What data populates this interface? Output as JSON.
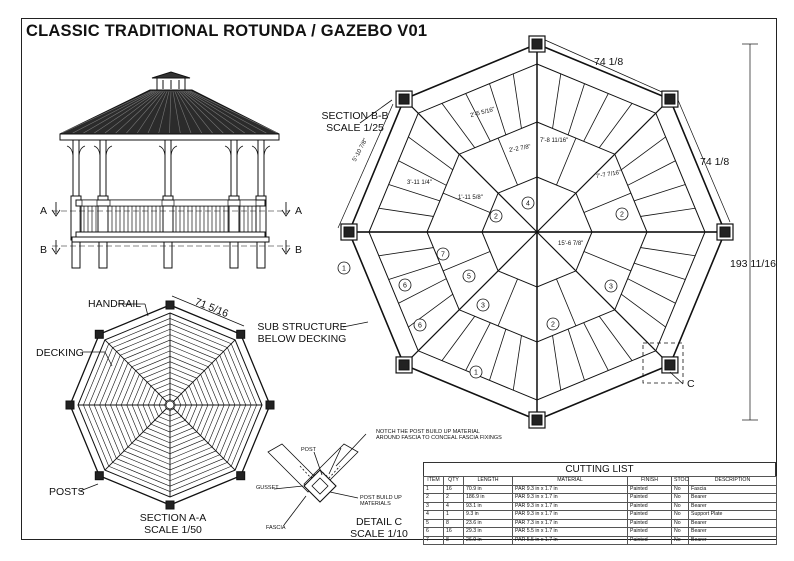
{
  "title": "CLASSIC TRADITIONAL ROTUNDA / GAZEBO V01",
  "elevation": {
    "section_a": "A",
    "section_b": "B"
  },
  "section_bb": {
    "title": "SECTION B-B",
    "scale": "SCALE 1/25"
  },
  "plan_dims": {
    "top": "74 1/8",
    "right_side": "74 1/8",
    "overall": "193 11/16",
    "left_side": "5'-10 7/8\"",
    "d1": "2'-5 5/16\"",
    "d2": "2'-2 7/8\"",
    "d3": "7'-8 11/16\"",
    "d4": "7'-7 7/16\"",
    "d5": "3'-11 1/4\"",
    "d6": "1'-11 5/8\"",
    "d7": "15'-6 7/8\""
  },
  "callouts": [
    "1",
    "2",
    "3",
    "4",
    "5",
    "6",
    "7"
  ],
  "sub_structure": "SUB STRUCTURE\nBELOW DECKING",
  "section_aa": {
    "handrail": "HANDRAIL",
    "decking": "DECKING",
    "posts": "POSTS",
    "dim": "71 5/16",
    "title": "SECTION A-A",
    "scale": "SCALE 1/50"
  },
  "detail_c": {
    "note": "NOTCH THE POST BUILD UP MATERIAL\nAROUND FASCIA TO CONCEAL FASCIA FIXINGS",
    "post": "POST",
    "gusset": "GUSSET",
    "buildup": "POST BUILD UP\nMATERIALS",
    "fascia": "FASCIA",
    "title": "DETAIL  C",
    "scale": "SCALE 1/10",
    "marker": "C"
  },
  "cutting_list": {
    "title": "CUTTING LIST",
    "columns": [
      "ITEM",
      "QTY",
      "LENGTH",
      "MATERIAL",
      "FINISH",
      "STOCK",
      "DESCRIPTION"
    ],
    "rows": [
      [
        "1",
        "16",
        "70.9 in",
        "PAR 9.3 in x 1.7 in",
        "Painted",
        "No",
        "Fascia"
      ],
      [
        "2",
        "2",
        "186.9 in",
        "PAR 9.3 in x 1.7 in",
        "Painted",
        "No",
        "Bearer"
      ],
      [
        "3",
        "4",
        "93.1 in",
        "PAR 9.3 in x 1.7 in",
        "Painted",
        "No",
        "Bearer"
      ],
      [
        "4",
        "1",
        "9.3 in",
        "PAR 9.3 in x 1.7 in",
        "Painted",
        "No",
        "Support Plate"
      ],
      [
        "5",
        "8",
        "23.6 in",
        "PAR 7.3 in x 1.7 in",
        "Painted",
        "No",
        "Bearer"
      ],
      [
        "6",
        "16",
        "29.3 in",
        "PAR 5.5 in x 1.7 in",
        "Painted",
        "No",
        "Bearer"
      ],
      [
        "7",
        "8",
        "26.9 in",
        "PAR 5.5 in x 1.7 in",
        "Painted",
        "No",
        "Bearer"
      ]
    ]
  }
}
